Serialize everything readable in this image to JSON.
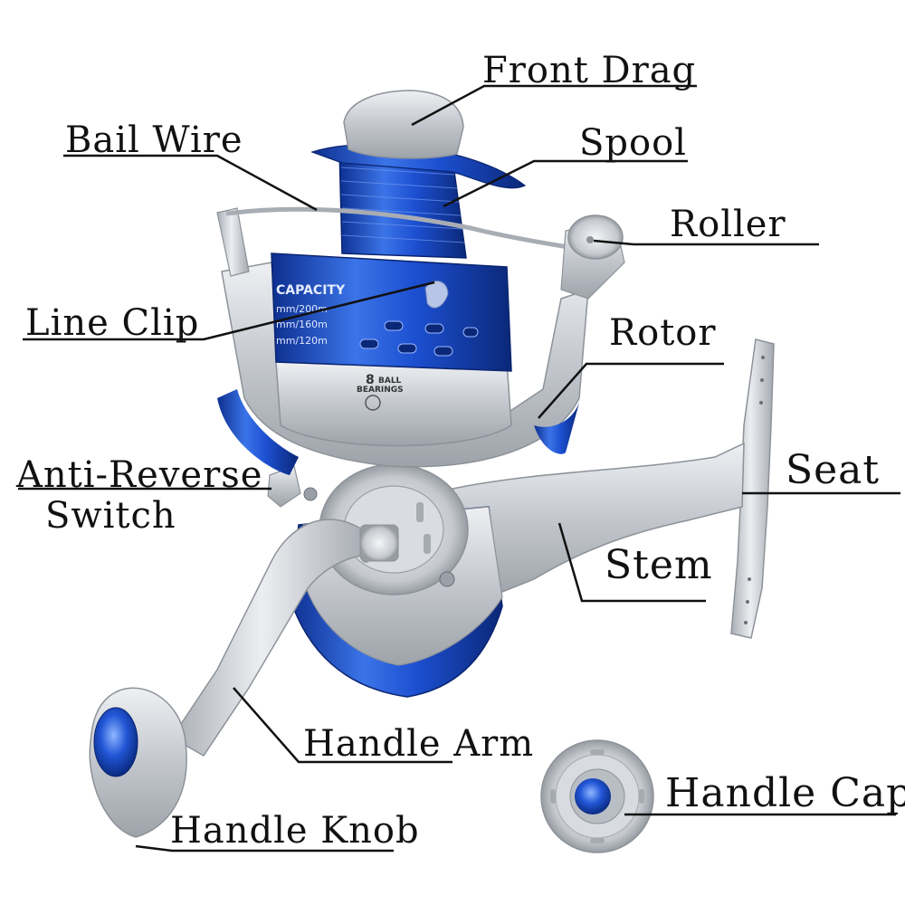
{
  "parts": {
    "front_drag": "Front Drag",
    "bail_wire": "Bail Wire",
    "spool": "Spool",
    "roller": "Roller",
    "line_clip": "Line Clip",
    "rotor": "Rotor",
    "anti_reverse_line1": "Anti-Reverse",
    "anti_reverse_line2": "Switch",
    "seat": "Seat",
    "stem": "Stem",
    "handle_arm": "Handle Arm",
    "handle_cap": "Handle Cap",
    "handle_knob": "Handle Knob"
  },
  "reel_markings": {
    "capacity": "CAPACITY",
    "line_1": "mm/200m",
    "line_2": "mm/160m",
    "line_3": "mm/120m",
    "bearings_count": "8",
    "bearings_word_1": "BALL",
    "bearings_word_2": "BEARINGS"
  },
  "colors": {
    "blue": "#1f4fc4",
    "silver": "#c9ccd1",
    "line": "#111111"
  }
}
